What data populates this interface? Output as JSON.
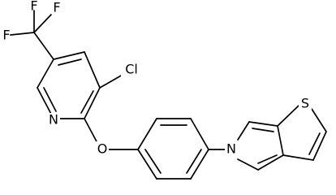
{
  "molecule": {
    "atoms": {
      "f_top": "F",
      "f_left": "F",
      "f_right": "F",
      "cl": "Cl",
      "n_pyridine": "N",
      "o": "O",
      "n_pyrrole": "N",
      "s": "S"
    }
  }
}
